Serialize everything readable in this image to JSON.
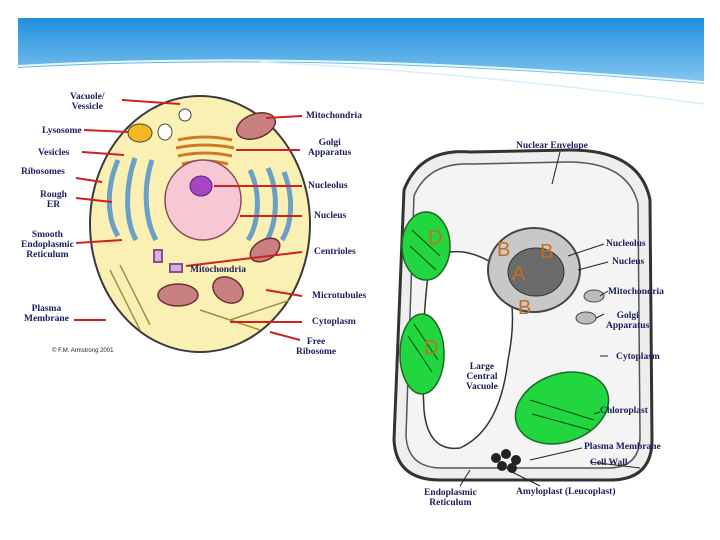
{
  "slide": {
    "banner_colors": {
      "top": "#1f8fdc",
      "bottom": "#bfe6fb"
    }
  },
  "animal_cell": {
    "credit": "© F.M. Armstrong 2001",
    "labels": {
      "vacuole_vesicle": "Vacuole/\nVessicle",
      "lysosome": "Lysosome",
      "vesicles": "Vesicles",
      "ribosomes": "Ribosomes",
      "rough_er": "Rough\nER",
      "smooth_er": "Smooth\nEndoplasmic\nReticulum",
      "plasma_membrane": "Plasma\nMembrane",
      "mitochondria_top": "Mitochondria",
      "golgi": "Golgi\nApparatus",
      "nucleolus": "Nucleolus",
      "nucleus": "Nucleus",
      "centrioles": "Centrioles",
      "mitochondria_inner": "Mitochondria",
      "microtubules": "Microtubules",
      "cytoplasm": "Cytoplasm",
      "free_ribosome": "Free\nRibosome"
    }
  },
  "plant_cell": {
    "labels": {
      "nuclear_envelope": "Nuclear Envelope",
      "nucleolus": "Nucleolus",
      "nucleus": "Nucleus",
      "mitochondria": "Mitochondria",
      "golgi": "Golgi\nApparatus",
      "cytoplasm": "Cytoplasm",
      "large_central_vacuole": "Large\nCentral\nVacuole",
      "chloroplast": "Chloroplast",
      "plasma_membrane": "Plasma Membrane",
      "cell_wall": "Cell Wall",
      "endoplasmic_reticulum": "Endoplasmic\nReticulum",
      "amyloplast": "Amyloplast (Leucoplast)"
    },
    "overlay_letters": {
      "d_top": "D",
      "b_left": "B",
      "b_right": "B",
      "a": "A",
      "b_bottom": "B",
      "d_bottom": "D"
    }
  }
}
